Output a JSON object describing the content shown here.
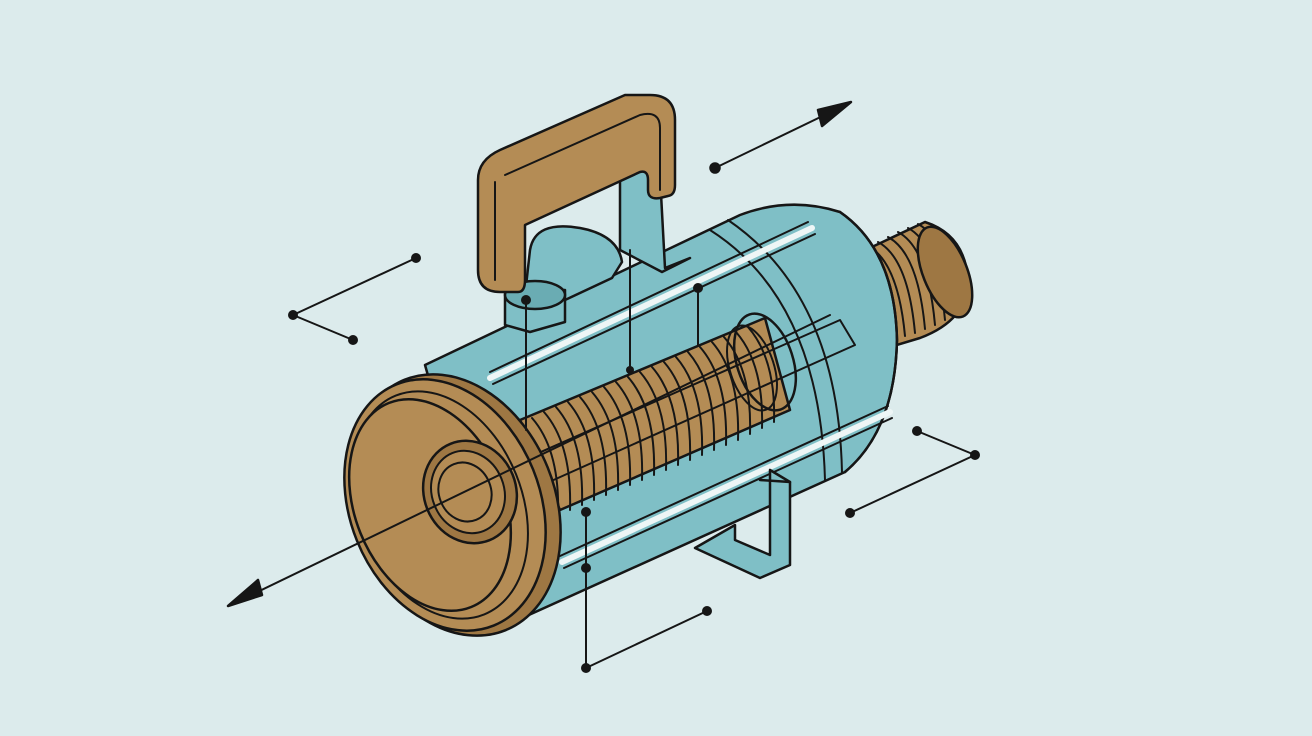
{
  "colors": {
    "background": "#dcebec",
    "body_teal": "#7fbfc6",
    "body_teal_dark": "#6aacb3",
    "brass": "#b48c55",
    "brass_dark": "#9e7743",
    "outline": "#161616",
    "highlight": "#eef6f6"
  },
  "components": {
    "housing": "cylinder-housing",
    "handle": "carry-handle",
    "front_flange": "front-flange",
    "threaded_end": "threaded-end",
    "coil": "helical-coil",
    "bracket": "mounting-bracket"
  },
  "callouts": [
    {
      "name": "callout-upper-left",
      "label": ""
    },
    {
      "name": "callout-right",
      "label": ""
    },
    {
      "name": "callout-lower-right",
      "label": ""
    },
    {
      "name": "callout-bottom",
      "label": ""
    },
    {
      "name": "callout-handle-lead",
      "label": ""
    },
    {
      "name": "callout-coil-lead",
      "label": ""
    }
  ],
  "arrows": [
    "axis-arrow-front",
    "axis-arrow-rear",
    "axis-arrow-upper"
  ]
}
